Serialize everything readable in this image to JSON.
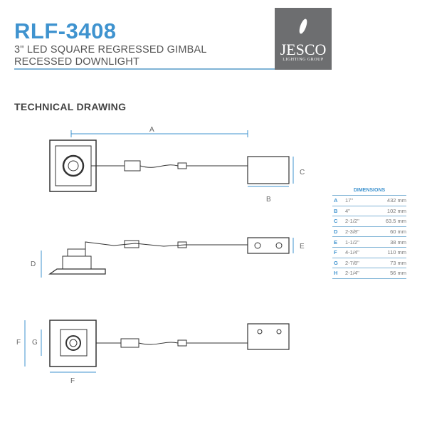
{
  "header": {
    "model": "RLF-3408",
    "line1": "3\" LED SQUARE REGRESSED GIMBAL",
    "line2": "RECESSED DOWNLIGHT"
  },
  "logo": {
    "name": "JESCO",
    "tagline": "LIGHTING GROUP"
  },
  "section_title": "TECHNICAL DRAWING",
  "labels": {
    "A": "A",
    "B": "B",
    "C": "C",
    "D": "D",
    "E": "E",
    "F": "F",
    "G": "G"
  },
  "dimensions": {
    "title": "DIMENSIONS",
    "rows": [
      {
        "letter": "A",
        "inch": "17\"",
        "mm": "432 mm"
      },
      {
        "letter": "B",
        "inch": "4\"",
        "mm": "102 mm"
      },
      {
        "letter": "C",
        "inch": "2-1/2\"",
        "mm": "63.5 mm"
      },
      {
        "letter": "D",
        "inch": "2-3/8\"",
        "mm": "60 mm"
      },
      {
        "letter": "E",
        "inch": "1-1/2\"",
        "mm": "38 mm"
      },
      {
        "letter": "F",
        "inch": "4-1/4\"",
        "mm": "110 mm"
      },
      {
        "letter": "G",
        "inch": "2-7/8\"",
        "mm": "73 mm"
      },
      {
        "letter": "H",
        "inch": "2-1/4\"",
        "mm": "56 mm"
      }
    ]
  }
}
